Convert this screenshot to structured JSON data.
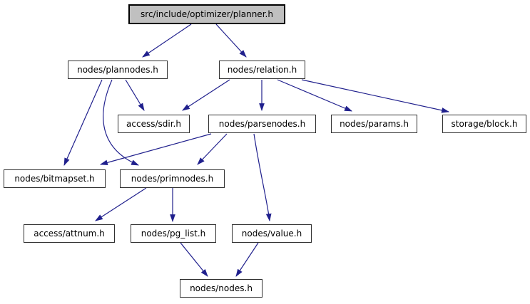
{
  "diagram": {
    "type": "include-dependency-graph",
    "title": "Include dependency graph for src/include/optimizer/planner.h",
    "colors": {
      "background": "#ffffff",
      "edge": "#20208d",
      "node_fill": "#ffffff",
      "node_border": "#303030",
      "root_fill": "#c0c0c0",
      "text": "#000000"
    },
    "nodes": {
      "planner": {
        "label": "src/include/optimizer/planner.h",
        "root": true
      },
      "plannodes": {
        "label": "nodes/plannodes.h"
      },
      "relation": {
        "label": "nodes/relation.h"
      },
      "sdir": {
        "label": "access/sdir.h"
      },
      "parsenodes": {
        "label": "nodes/parsenodes.h"
      },
      "params": {
        "label": "nodes/params.h"
      },
      "block": {
        "label": "storage/block.h"
      },
      "bitmapset": {
        "label": "nodes/bitmapset.h"
      },
      "primnodes": {
        "label": "nodes/primnodes.h"
      },
      "attnum": {
        "label": "access/attnum.h"
      },
      "pg_list": {
        "label": "nodes/pg_list.h"
      },
      "value": {
        "label": "nodes/value.h"
      },
      "nodes": {
        "label": "nodes/nodes.h"
      }
    },
    "edges": [
      {
        "from": "src/include/optimizer/planner.h",
        "to": "nodes/plannodes.h"
      },
      {
        "from": "src/include/optimizer/planner.h",
        "to": "nodes/relation.h"
      },
      {
        "from": "nodes/plannodes.h",
        "to": "nodes/bitmapset.h"
      },
      {
        "from": "nodes/plannodes.h",
        "to": "nodes/primnodes.h"
      },
      {
        "from": "nodes/plannodes.h",
        "to": "access/sdir.h"
      },
      {
        "from": "nodes/relation.h",
        "to": "access/sdir.h"
      },
      {
        "from": "nodes/relation.h",
        "to": "nodes/parsenodes.h"
      },
      {
        "from": "nodes/relation.h",
        "to": "nodes/params.h"
      },
      {
        "from": "nodes/relation.h",
        "to": "storage/block.h"
      },
      {
        "from": "nodes/parsenodes.h",
        "to": "nodes/bitmapset.h"
      },
      {
        "from": "nodes/parsenodes.h",
        "to": "nodes/primnodes.h"
      },
      {
        "from": "nodes/parsenodes.h",
        "to": "nodes/value.h"
      },
      {
        "from": "nodes/primnodes.h",
        "to": "access/attnum.h"
      },
      {
        "from": "nodes/primnodes.h",
        "to": "nodes/pg_list.h"
      },
      {
        "from": "nodes/pg_list.h",
        "to": "nodes/nodes.h"
      },
      {
        "from": "nodes/value.h",
        "to": "nodes/nodes.h"
      }
    ]
  }
}
